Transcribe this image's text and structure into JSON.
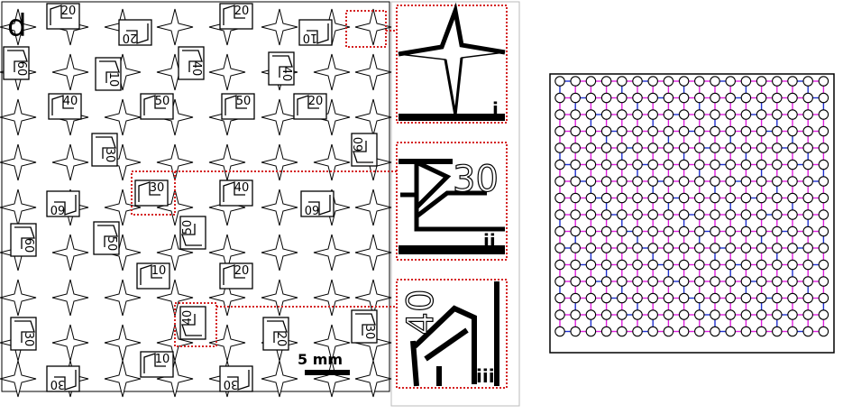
{
  "panel": {
    "label": "d",
    "scale_bar_label": "5 mm"
  },
  "tiles": [
    {
      "label": "20"
    },
    {
      "label": "20"
    },
    {
      "label": "20"
    },
    {
      "label": "10"
    },
    {
      "label": "10"
    },
    {
      "label": "40"
    },
    {
      "label": "40"
    },
    {
      "label": "60"
    },
    {
      "label": "40"
    },
    {
      "label": "50"
    },
    {
      "label": "50"
    },
    {
      "label": "20"
    },
    {
      "label": "30"
    },
    {
      "label": "60"
    },
    {
      "label": "30"
    },
    {
      "label": "40"
    },
    {
      "label": "60"
    },
    {
      "label": "60"
    },
    {
      "label": "50"
    },
    {
      "label": "50"
    },
    {
      "label": "60"
    },
    {
      "label": "10"
    },
    {
      "label": "20"
    },
    {
      "label": "30"
    },
    {
      "label": "40"
    },
    {
      "label": "20"
    },
    {
      "label": "30"
    },
    {
      "label": "10"
    },
    {
      "label": "30"
    },
    {
      "label": "30"
    }
  ],
  "insets": [
    {
      "label": "i"
    },
    {
      "label": "ii",
      "text": "30"
    },
    {
      "label": "iii",
      "text": "40"
    }
  ],
  "colors": {
    "highlight_box": "#d42020",
    "node": "#000000",
    "link_magenta": "#e020e0",
    "link_blue": "#2030d0"
  }
}
